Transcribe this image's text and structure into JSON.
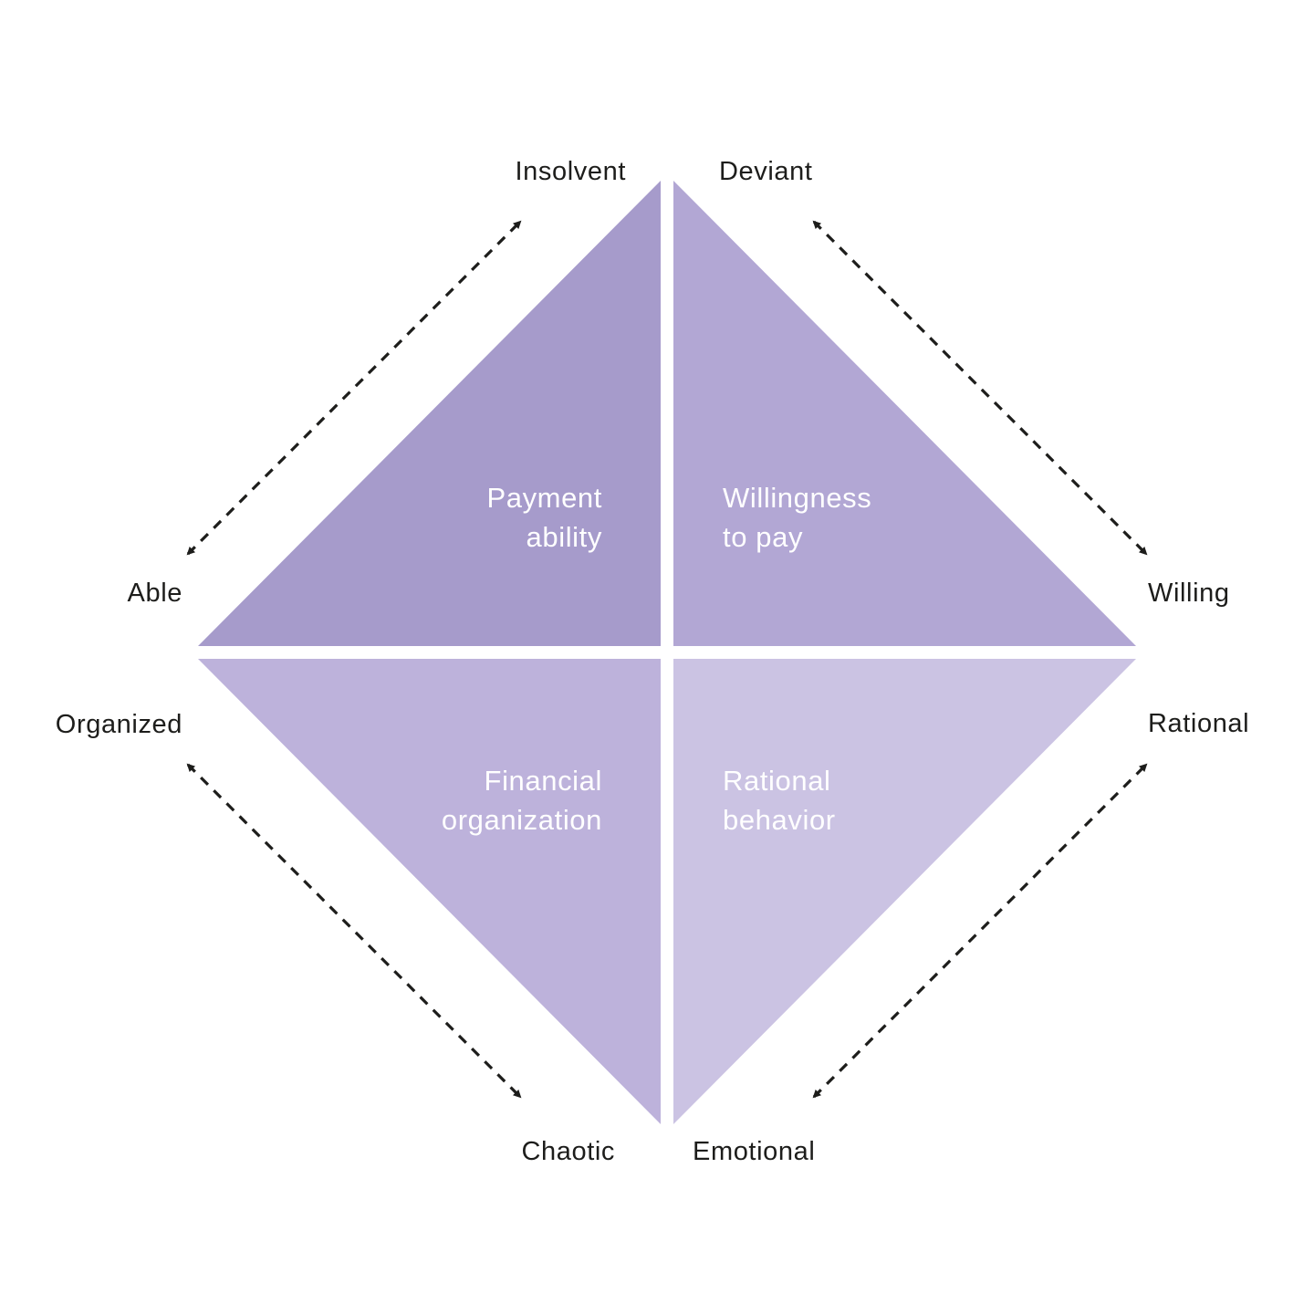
{
  "colors": {
    "background": "#ffffff",
    "quad_top_left": "#a69bcb",
    "quad_top_right": "#b2a7d4",
    "quad_bottom_left": "#bdb2db",
    "quad_bottom_right": "#cbc3e3",
    "quad_text": "#ffffff",
    "label_text": "#1d1d1b",
    "arrow": "#1d1d1b"
  },
  "quadrants": {
    "top_left": {
      "label": "Payment\nability"
    },
    "top_right": {
      "label": "Willingness\nto pay"
    },
    "bottom_left": {
      "label": "Financial\norganization"
    },
    "bottom_right": {
      "label": "Rational\nbehavior"
    }
  },
  "axis_labels": {
    "top_left": "Insolvent",
    "top_right": "Deviant",
    "left_upper": "Able",
    "left_lower": "Organized",
    "right_upper": "Willing",
    "right_lower": "Rational",
    "bottom_left": "Chaotic",
    "bottom_right": "Emotional"
  }
}
